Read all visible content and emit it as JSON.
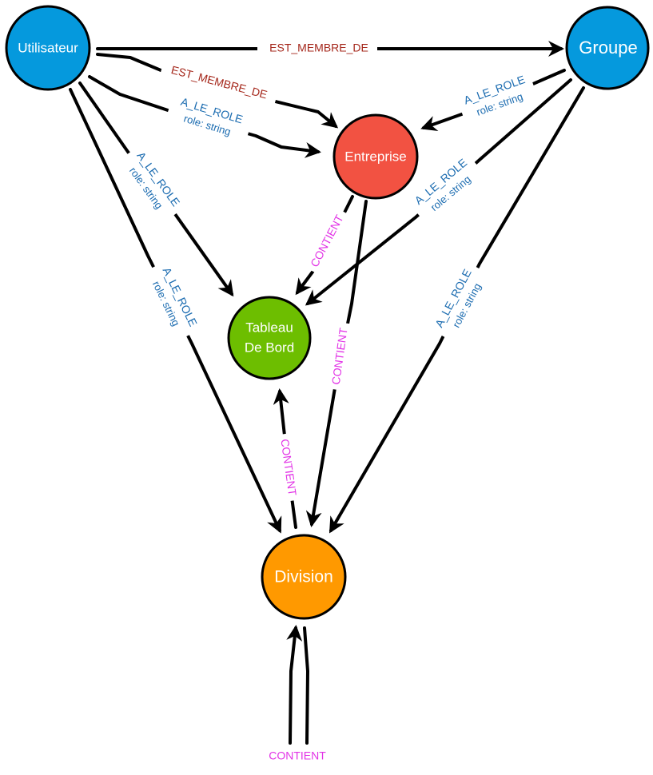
{
  "colors": {
    "user_group": "#0599DD",
    "enterprise": "#F25242",
    "dashboard": "#6DBE00",
    "division": "#FF9900",
    "membership": "#A5271B",
    "role": "#1A6BB0",
    "contains": "#E233E6"
  },
  "nodes": {
    "utilisateur": {
      "label": "Utilisateur"
    },
    "groupe": {
      "label": "Groupe"
    },
    "entreprise": {
      "label": "Entreprise"
    },
    "tableau": {
      "line1": "Tableau",
      "line2": "De Bord"
    },
    "division": {
      "label": "Division"
    }
  },
  "edges": {
    "user_group_member": "EST_MEMBRE_DE",
    "user_enterprise_member": "EST_MEMBRE_DE",
    "user_enterprise_role": {
      "label": "A_LE_ROLE",
      "prop": "role: string"
    },
    "group_enterprise_role": {
      "label": "A_LE_ROLE",
      "prop": "role: string"
    },
    "user_dashboard_role": {
      "label": "A_LE_ROLE",
      "prop": "role: string"
    },
    "group_dashboard_role": {
      "label": "A_LE_ROLE",
      "prop": "role: string"
    },
    "user_division_role": {
      "label": "A_LE_ROLE",
      "prop": "role: string"
    },
    "group_division_role": {
      "label": "A_LE_ROLE",
      "prop": "role: string"
    },
    "enterprise_dashboard_contains": "CONTIENT",
    "enterprise_division_contains": "CONTIENT",
    "division_dashboard_contains": "CONTIENT",
    "division_self_contains": "CONTIENT"
  }
}
